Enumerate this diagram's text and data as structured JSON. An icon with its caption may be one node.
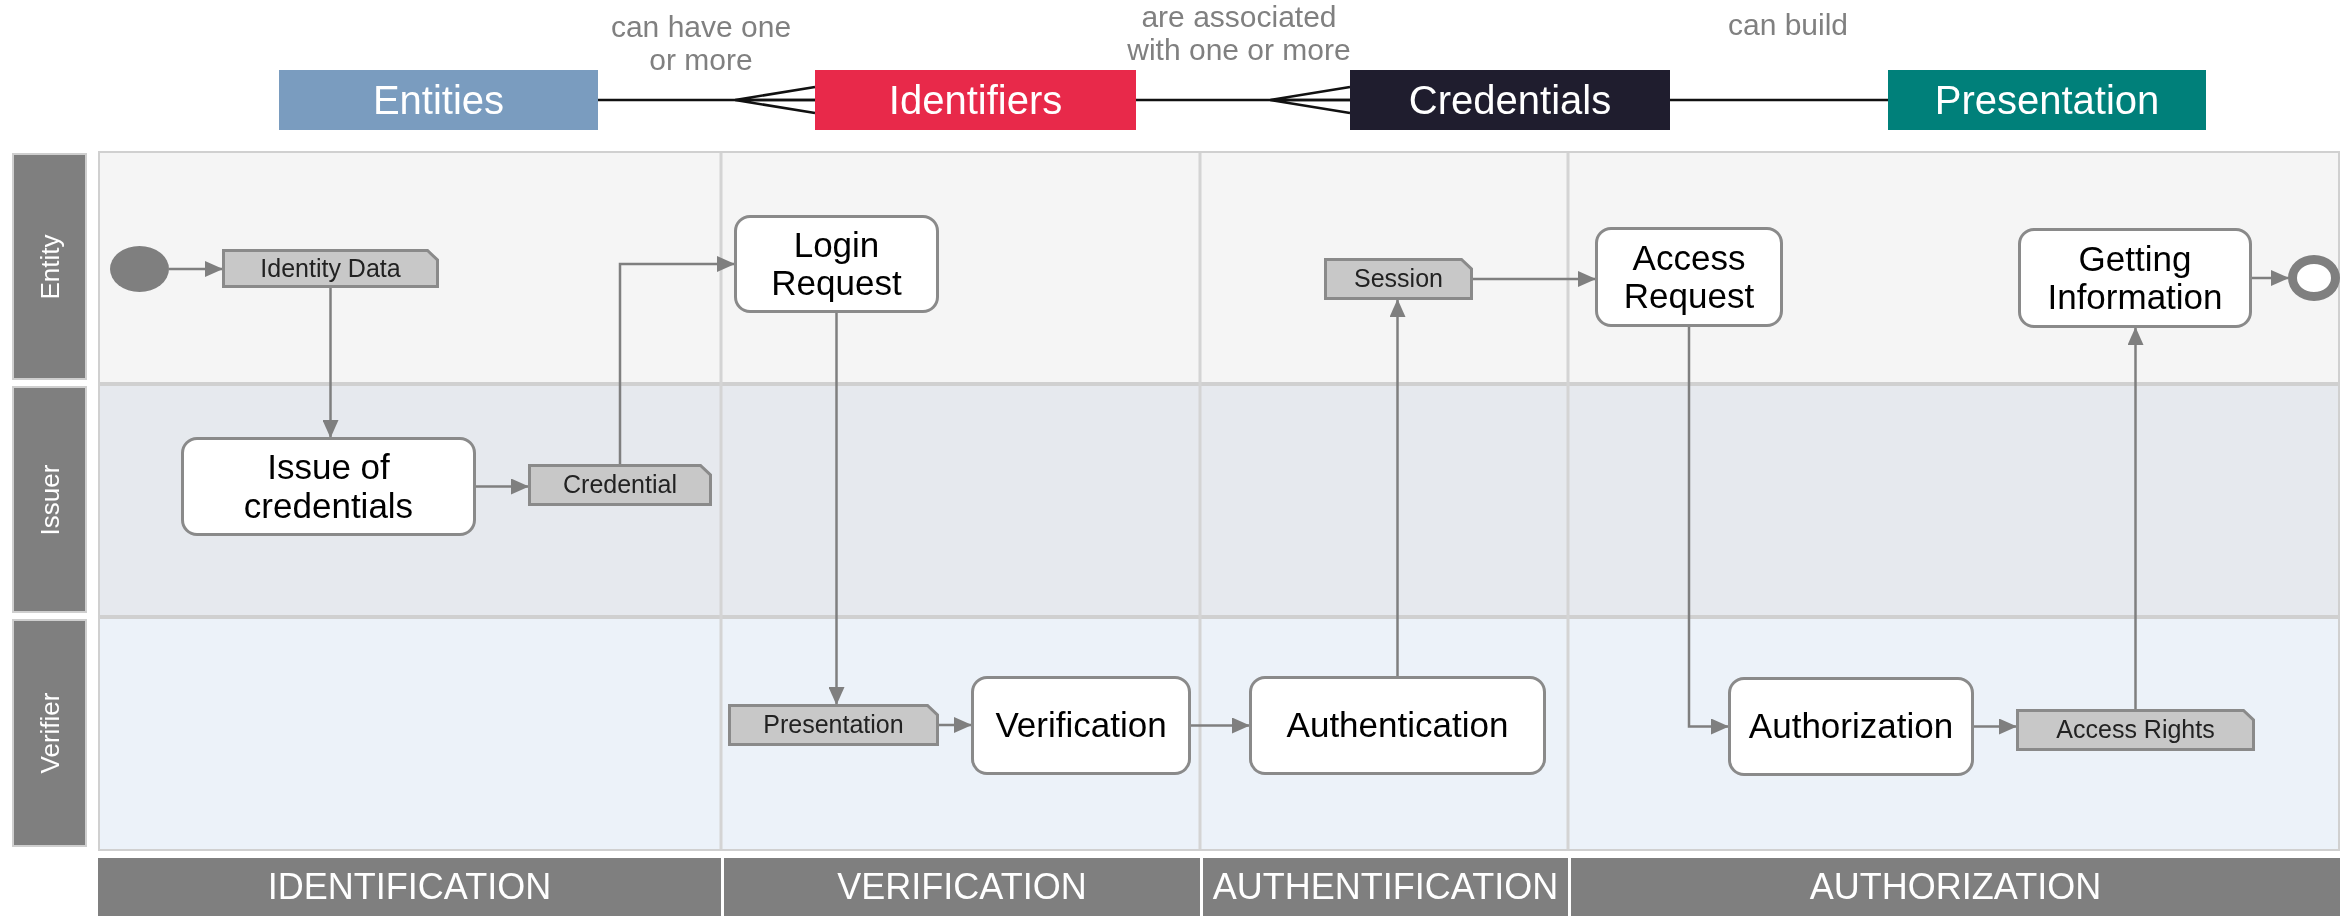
{
  "diagram": {
    "nodes": [
      {
        "text": [
          "Entities"
        ]
      },
      {
        "text": [
          "Identifiers"
        ]
      },
      {
        "text": [
          "Credentials"
        ]
      },
      {
        "text": [
          "Presentation"
        ]
      },
      {
        "text": [
          "Entity"
        ]
      },
      {
        "text": [
          "Issuer"
        ]
      },
      {
        "text": [
          "Verifier"
        ]
      },
      {
        "text": [
          "IDENTIFICATION"
        ]
      },
      {
        "text": [
          "VERIFICATION"
        ]
      },
      {
        "text": [
          "AUTHENTIFICATION"
        ]
      },
      {
        "text": [
          "AUTHORIZATION"
        ]
      },
      {
        "text": [],
        "shape": "circle",
        "in": 4
      },
      {
        "text": [
          "Identity Data"
        ],
        "in": 4
      },
      {
        "text": [
          "Login Request"
        ],
        "in": 4
      },
      {
        "text": [
          "Session"
        ],
        "in": 4
      },
      {
        "text": [
          "Access Request"
        ],
        "in": 4
      },
      {
        "text": [
          "Getting Information"
        ],
        "in": 4
      },
      {
        "text": [],
        "shape": "circle",
        "in": 4
      },
      {
        "text": [
          "Issue of credentials"
        ],
        "in": 5
      },
      {
        "text": [
          "Credential"
        ],
        "in": 5
      },
      {
        "text": [
          "Presentation"
        ],
        "in": 6
      },
      {
        "text": [
          "Verification"
        ],
        "in": 6
      },
      {
        "text": [
          "Authentication"
        ],
        "in": 6
      },
      {
        "text": [
          "Authorization"
        ],
        "in": 6
      },
      {
        "text": [
          "Access Rights"
        ],
        "in": 6
      }
    ],
    "edges": [
      {
        "from": 0,
        "to": 1,
        "arrow": "other",
        "label": "can have one or more",
        "color": "#111111"
      },
      {
        "from": 1,
        "to": 2,
        "arrow": "other",
        "label": "are associated with one or more",
        "color": "#111111"
      },
      {
        "from": 2,
        "to": 3,
        "arrow": "none",
        "label": "can build",
        "color": "#111111"
      },
      {
        "from": 11,
        "to": 12,
        "arrow": "to"
      },
      {
        "from": 12,
        "to": 18,
        "arrow": "to"
      },
      {
        "from": 18,
        "to": 19,
        "arrow": "to"
      },
      {
        "from": 19,
        "to": 13,
        "arrow": "to"
      },
      {
        "from": 13,
        "to": 20,
        "arrow": "to"
      },
      {
        "from": 20,
        "to": 21,
        "arrow": "to"
      },
      {
        "from": 21,
        "to": 22,
        "arrow": "to"
      },
      {
        "from": 22,
        "to": 14,
        "arrow": "to"
      },
      {
        "from": 14,
        "to": 15,
        "arrow": "to"
      },
      {
        "from": 15,
        "to": 23,
        "arrow": "to"
      },
      {
        "from": 23,
        "to": 24,
        "arrow": "to"
      },
      {
        "from": 24,
        "to": 16,
        "arrow": "to"
      },
      {
        "from": 16,
        "to": 17,
        "arrow": "to"
      }
    ]
  }
}
